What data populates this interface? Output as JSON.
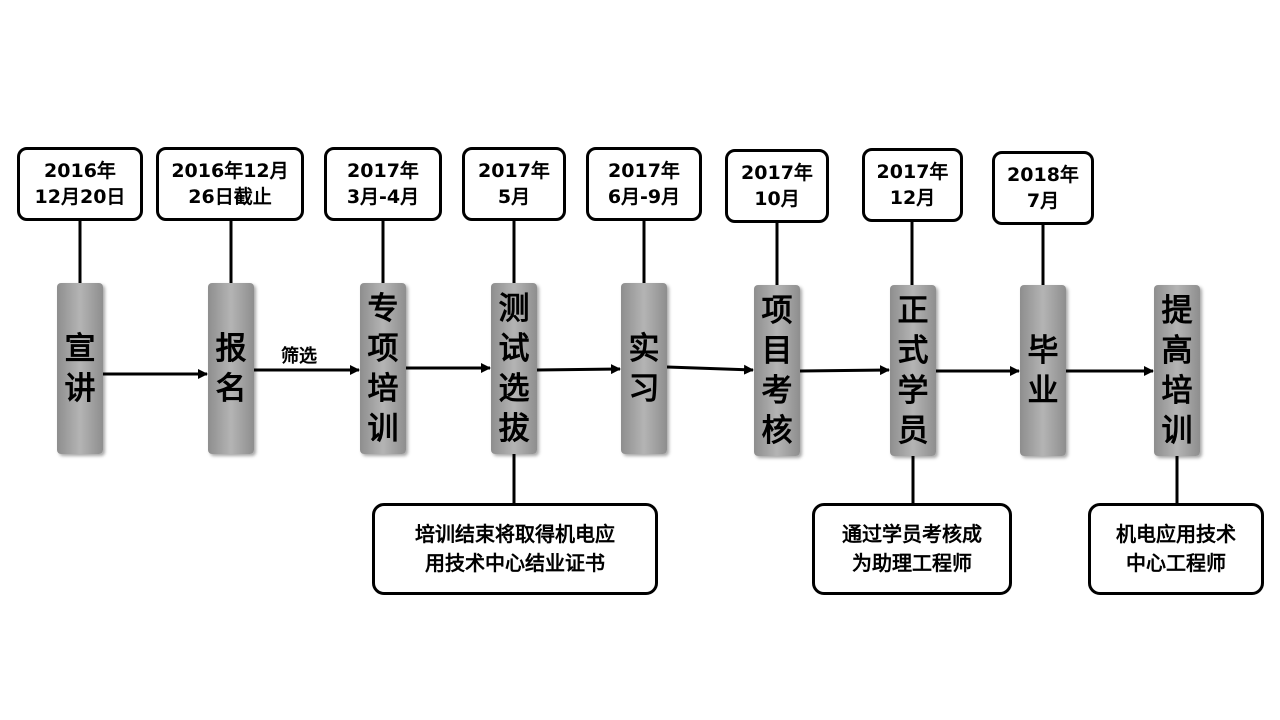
{
  "stages": [
    {
      "id": "xuanjiang",
      "label": "宣讲"
    },
    {
      "id": "baoming",
      "label": "报名"
    },
    {
      "id": "zhuanxiang",
      "label": "专项培训"
    },
    {
      "id": "ceshi",
      "label": "测试选拔"
    },
    {
      "id": "shixi",
      "label": "实习"
    },
    {
      "id": "xiangmu",
      "label": "项目考核"
    },
    {
      "id": "zhengshi",
      "label": "正式学员"
    },
    {
      "id": "biye",
      "label": "毕业"
    },
    {
      "id": "tigao",
      "label": "提高培训"
    }
  ],
  "dates": [
    "2016年\n12月20日",
    "2016年12月\n26日截止",
    "2017年\n3月-4月",
    "2017年\n5月",
    "2017年\n6月-9月",
    "2017年\n10月",
    "2017年\n12月",
    "2018年\n7月",
    ""
  ],
  "edge_label": "筛选",
  "notes": {
    "ceshi": "培训结束将取得机电应\n用技术中心结业证书",
    "zhengshi": "通过学员考核成\n为助理工程师",
    "tigao": "机电应用技术\n中心工程师"
  }
}
